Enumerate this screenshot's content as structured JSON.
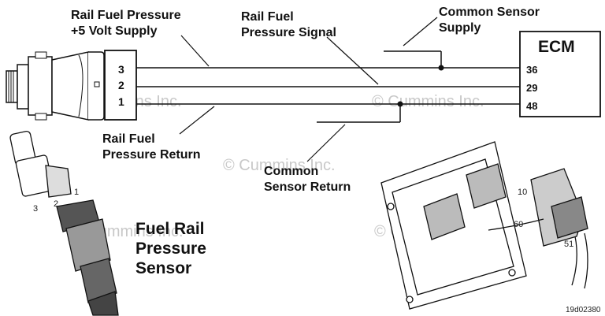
{
  "labels": {
    "supply": [
      "Rail Fuel Pressure",
      "+5 Volt Supply"
    ],
    "signal": [
      "Rail Fuel",
      "Pressure Signal"
    ],
    "common_supply": [
      "Common Sensor",
      "Supply"
    ],
    "return": [
      "Rail Fuel",
      "Pressure Return"
    ],
    "common_return": [
      "Common",
      "Sensor Return"
    ],
    "sensor_name": [
      "Fuel Rail",
      "Pressure",
      "Sensor"
    ]
  },
  "ecm": {
    "title": "ECM",
    "pins": [
      "36",
      "29",
      "48"
    ]
  },
  "connector_pins": [
    "3",
    "2",
    "1"
  ],
  "sensor_pin_labels": [
    "3",
    "2",
    "1"
  ],
  "ecm_connector_labels": [
    "10",
    "60",
    "51"
  ],
  "watermark": "© Cummins Inc.",
  "figure_id": "19d02380"
}
